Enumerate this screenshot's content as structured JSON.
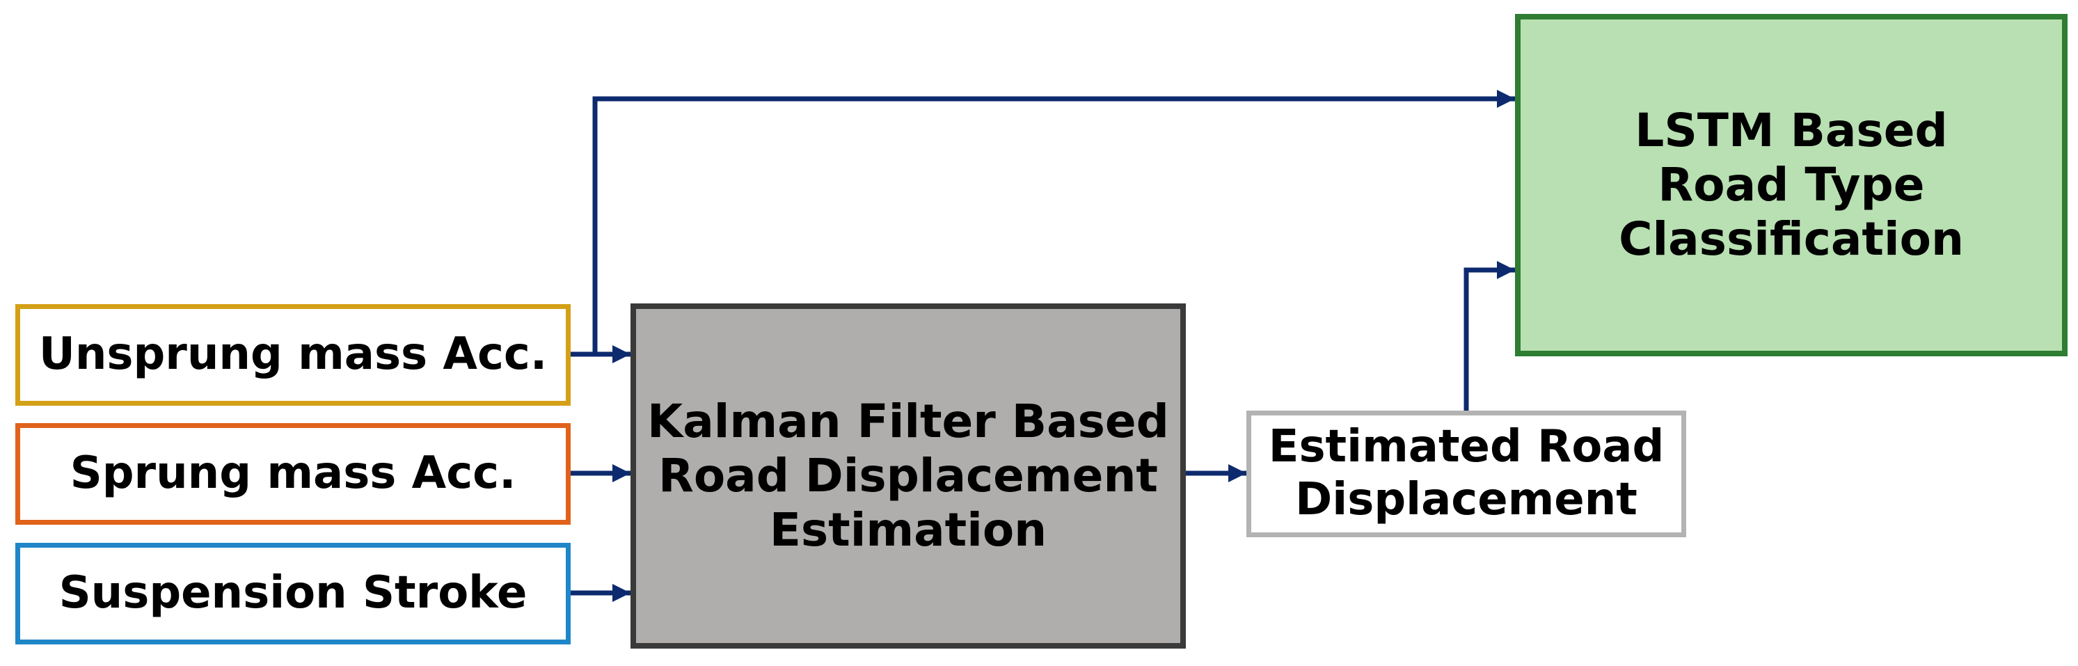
{
  "colors": {
    "arrow": "#0d2a6e",
    "unsprung_border": "#d4a017",
    "sprung_border": "#e0621b",
    "stroke_border": "#1f86c8",
    "kalman_fill": "#b0aeac",
    "kalman_border": "#3a3a3a",
    "estimated_border": "#b3b3b3",
    "lstm_fill": "#b8e0b2",
    "lstm_border": "#2e7d32"
  },
  "inputs": {
    "unsprung": "Unsprung mass Acc.",
    "sprung": "Sprung mass Acc.",
    "stroke": "Suspension Stroke"
  },
  "kalman": {
    "label": "Kalman Filter Based\nRoad Displacement\nEstimation"
  },
  "estimated": {
    "label": "Estimated Road\nDisplacement"
  },
  "lstm": {
    "label": "LSTM Based\nRoad Type\nClassification"
  }
}
